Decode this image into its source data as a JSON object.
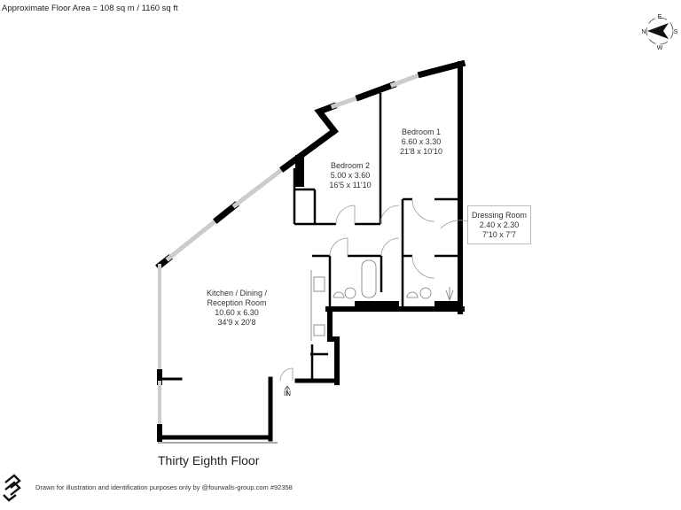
{
  "header": {
    "approx_area": "Approximate Floor Area = 108 sq m / 1160 sq ft"
  },
  "compass": {
    "north": "N",
    "east": "E",
    "south": "S",
    "west": "W"
  },
  "rooms": [
    {
      "name": "Bedroom 1",
      "metric": "6.60 x 3.30",
      "imperial": "21'8 x 10'10"
    },
    {
      "name": "Bedroom 2",
      "metric": "5.00 x 3.60",
      "imperial": "16'5 x 11'10"
    },
    {
      "name": "Dressing Room",
      "metric": "2.40 x 2.30",
      "imperial": "7'10 x 7'7"
    },
    {
      "name_line1": "Kitchen / Dining /",
      "name_line2": "Reception Room",
      "metric": "10.60 x 6.30",
      "imperial": "34'9 x 20'8"
    }
  ],
  "entrance": {
    "label": "IN"
  },
  "floor": {
    "title": "Thirty Eighth Floor"
  },
  "footer": {
    "disclaimer": "Drawn for illustration and identification purposes only  by @fourwalls-group.com #92358"
  },
  "colors": {
    "wall": "#000000",
    "window": "#cccccc",
    "text": "#222222"
  }
}
